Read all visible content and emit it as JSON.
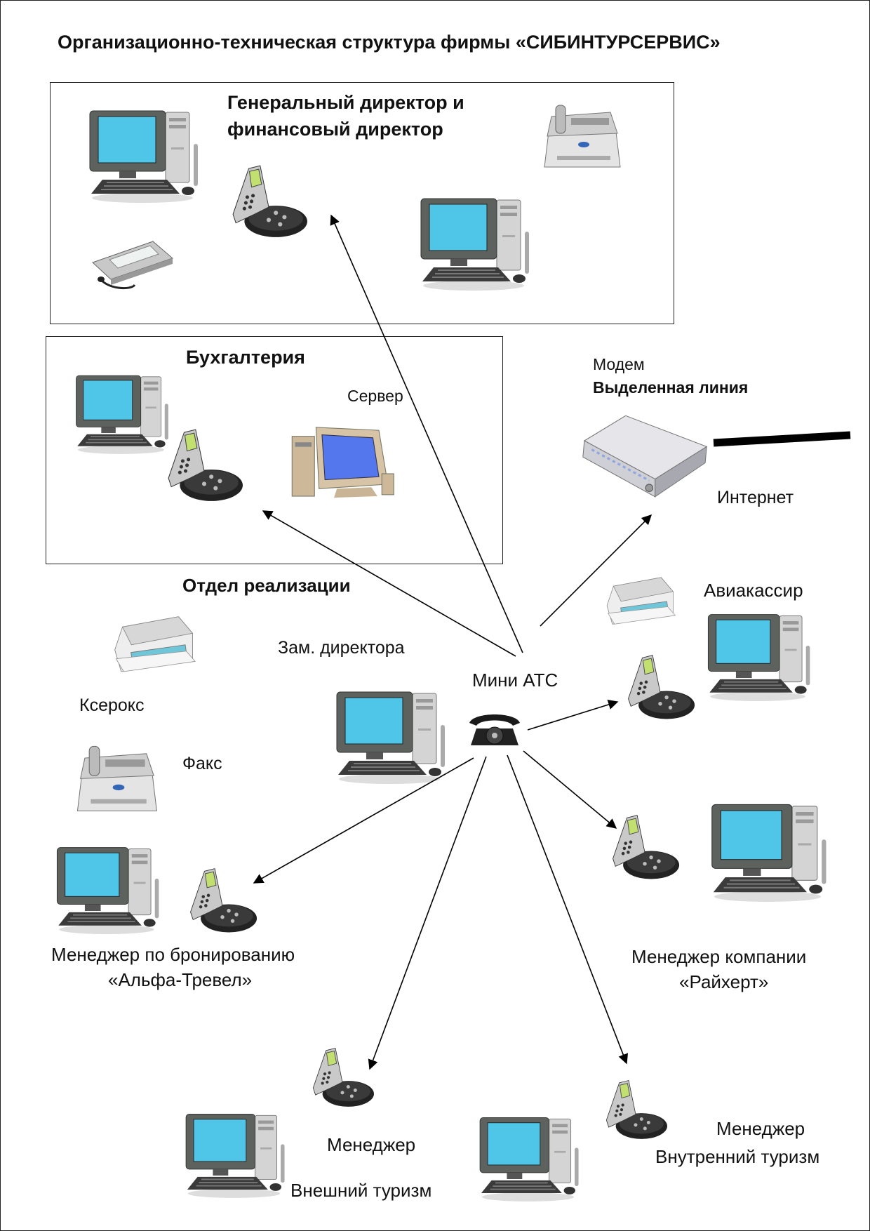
{
  "title": "Организационно-техническая структура фирмы «СИБИНТУРСЕРВИС»",
  "groups": {
    "directors": {
      "line1": "Генеральный директор и",
      "line2": "финансовый директор"
    },
    "accounting": {
      "title": "Бухгалтерия",
      "server": "Сервер"
    }
  },
  "modem": {
    "label": "Модем",
    "line": "Выделенная линия",
    "internet": "Интернет"
  },
  "sales_department": "Отдел реализации",
  "deputy_director": "Зам. директора",
  "pbx": "Мини АТС",
  "air_cashier": "Авиакассир",
  "copier": "Ксерокс",
  "fax": "Факс",
  "booking_manager": {
    "line1": "Менеджер по бронированию",
    "line2": "«Альфа-Тревел»"
  },
  "raihert_manager": {
    "line1": "Менеджер компании",
    "line2": "«Райхерт»"
  },
  "outbound_manager": {
    "line1": "Менеджер",
    "line2": "Внешний туризм"
  },
  "inbound_manager": {
    "line1": "Менеджер",
    "line2": "Внутренний туризм"
  },
  "colors": {
    "screen": "#4fc6e8",
    "server_screen": "#5577ee",
    "case": "#cfcfcf",
    "dark": "#2b2b2b"
  },
  "icons": [
    "computer-icon",
    "phone-icon",
    "fax-icon",
    "printer-icon",
    "pda-icon",
    "server-icon",
    "modem-icon",
    "rotary-phone-icon"
  ]
}
